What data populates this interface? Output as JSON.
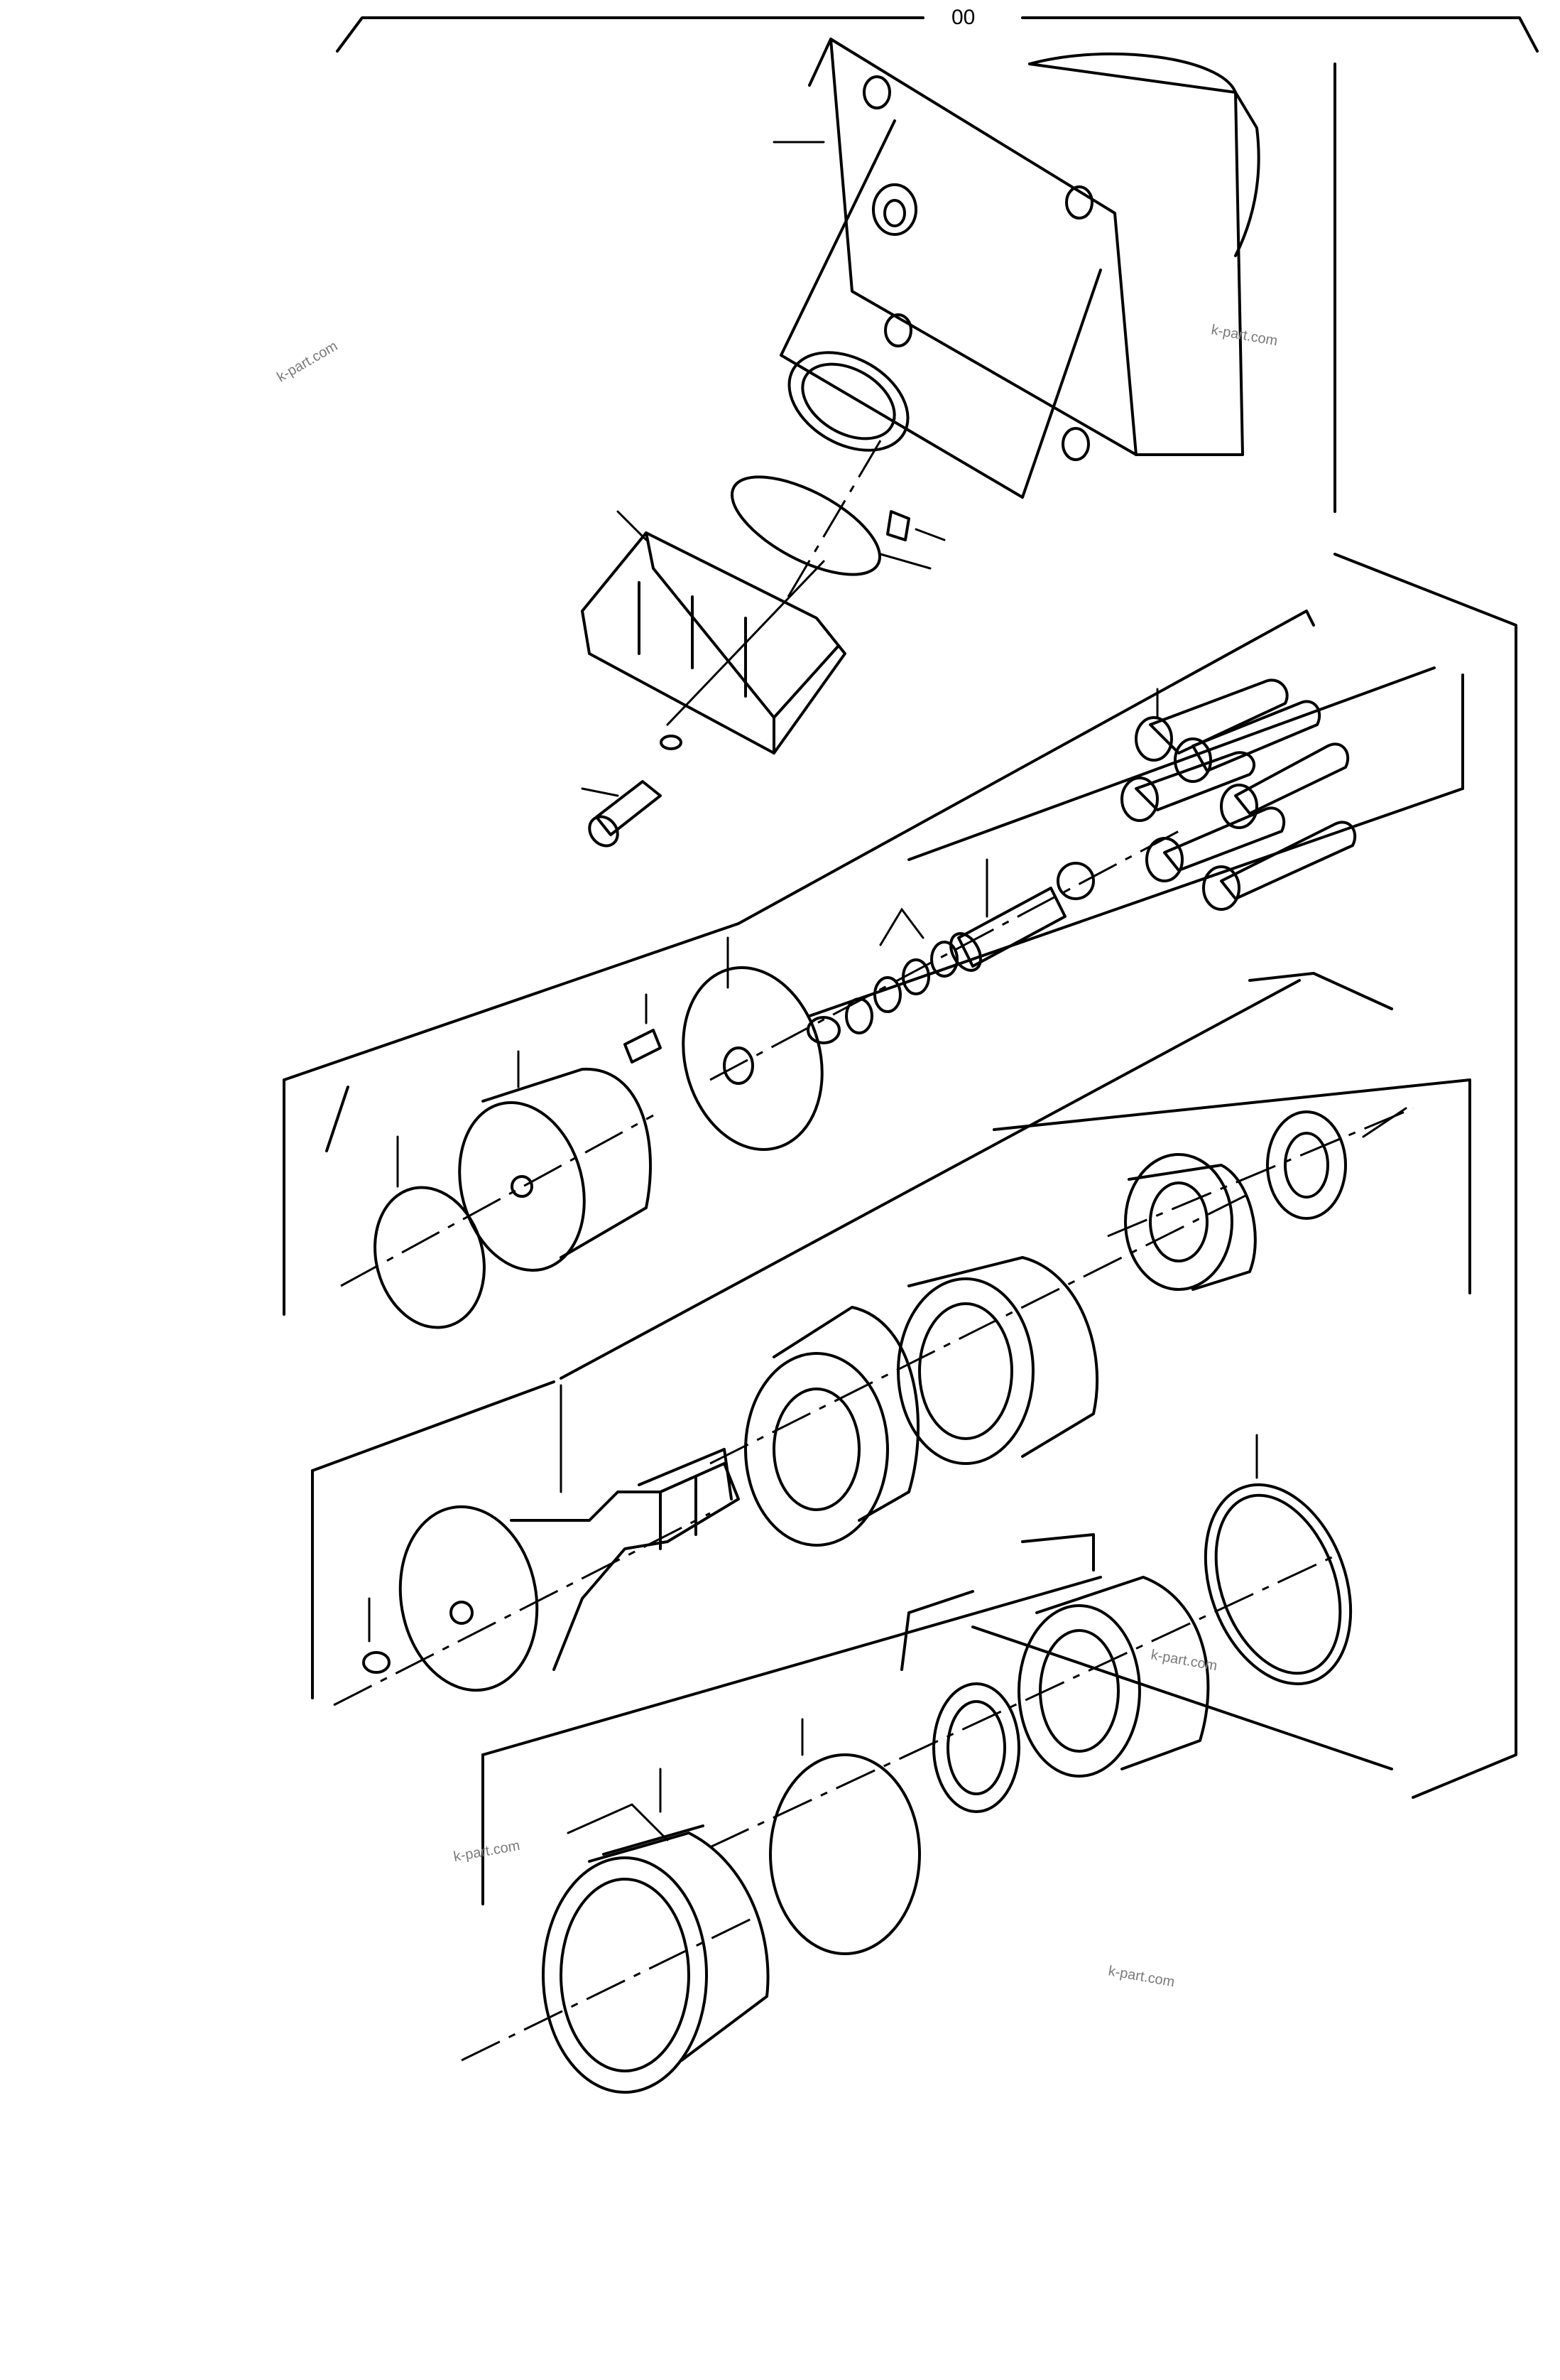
{
  "header": {
    "label": "00"
  },
  "watermarks": [
    "k-part.com",
    "k-part.com",
    "k-part.com",
    "k-part.com",
    "k-part.com"
  ],
  "colors": {
    "line": "#000000",
    "background": "#ffffff",
    "watermark": "#7a7a7a"
  }
}
